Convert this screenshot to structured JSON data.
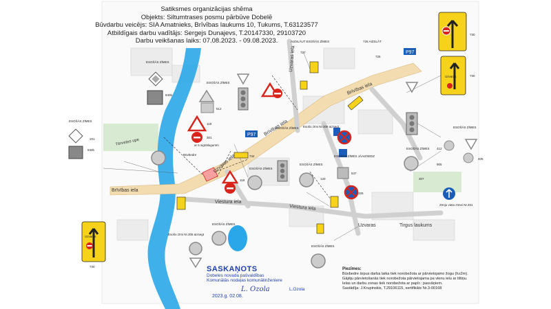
{
  "header": {
    "line1": "Satiksmes organizācijas shēma",
    "line2": "Objekts: Siltumtrases posmu pārbūve Dobelē",
    "line3": "Būvdarbu veicējs: SIA Amatnieks, Brīvības laukums 10, Tukums, T.63123577",
    "line4": "Atbildīgais darbu vadītājs: Sergejs Dunajevs, T.20147330, 29103720",
    "line5": "Darbu veikšanas laiks: 07.08.2023. - 09.08.2023."
  },
  "streets": {
    "brivibas_upper": "Brīvības iela",
    "brivibas_mid": "Brīvības iela",
    "brivibas_left": "Brīvības iela",
    "uzvaras_top": "Uzvaras iela",
    "uzvaras_left": "Uzvaras iela",
    "uzvaras_low": "Uzvaras",
    "viestura_1": "Viestura iela",
    "viestura_2": "Viestura iela",
    "tirgus": "Tirgus laukums",
    "lacupe": "Tērvetes upe"
  },
  "labels": {
    "esosas_zimes": "ESOŠĀS ZĪMES",
    "esoso_zimi": "Esošo zīmi Nr.306 aizsegt",
    "esoso_zimi_2": "Esošo zīmi Nr.306 aizsegt",
    "buvbedre": "Būvbedre",
    "ar_5_kaur": "ar 5 signālugunīm",
    "zimju_vieta": "Zīmju vieta zīmei Nr.401",
    "azslaut": "AIZSLĀUT ESOŠĀS ZĪMES",
    "azslaut_725": "725 AIZSLĀT",
    "esosas_zimes_jaaizsedz": "ESOŠĀS ZĪMES JĀAIZSEDZ",
    "p97": "P97",
    "p97b": "P97",
    "uzvara_sign": "Uzvaras",
    "uzvara_sign2": "Uzvaras"
  },
  "sign_numbers": {
    "n730a": "730",
    "n730b": "730",
    "n730c": "730",
    "n725": "725",
    "n727": "727",
    "n201": "201",
    "n840": "840b",
    "n840b": "840b",
    "n512": "512",
    "n118": "118",
    "n301": "301",
    "n305": "305",
    "n412": "412",
    "n905": "905",
    "n405": "405",
    "n326": "326",
    "n307": "307",
    "n120": "120",
    "n537": "537",
    "n734": "734",
    "n301b": "301"
  },
  "stamp": {
    "title": "SASKAŅOTS",
    "line1": "Dobeles novada pašvaldības",
    "line2": "Komunālās nodaļas komunālinženiere",
    "signature": "L. Ozola",
    "name": "L.Ozola",
    "date": "2023.g. 02.08."
  },
  "notes": {
    "heading": "Piezīmes:",
    "n1": "Būvbedre ārpus darba laika tiek norobežota ar pārvietojamo žogu (h≥2m).",
    "n2": "Gājēju pārvietošanās tiek norobežota pārvietojama pa vienu ielu ar tiltiņu.",
    "n3": "Ielas un darbu zonas tiek norobežota ar papīr.: pasvāņiem.",
    "n4": "Sastādīja: J.Krupinskis, T.29106115, sertifikāts Nr.3-00168"
  },
  "colors": {
    "river": "#2aa7e8",
    "road_main": "#f3dcb0",
    "sign_yellow": "#f7d21a",
    "sign_red": "#d9241c",
    "sign_blue": "#1b5db8",
    "stamp_blue": "#1e3fb0"
  }
}
